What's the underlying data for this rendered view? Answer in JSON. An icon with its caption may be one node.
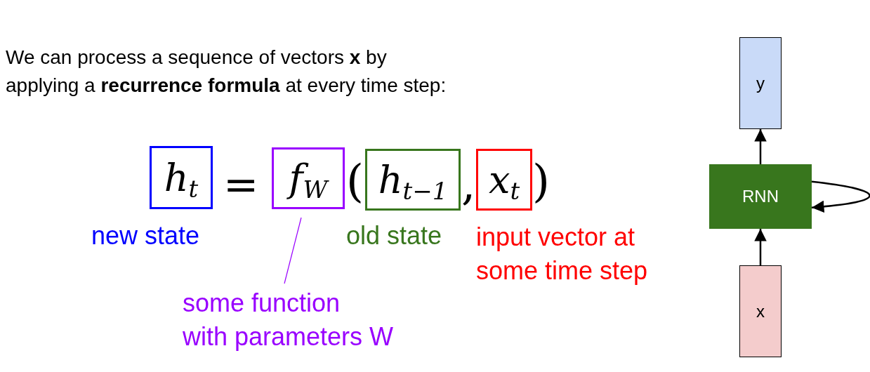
{
  "diagram": {
    "title": "We can process a sequence of vectors **x** by applying a **recurrence formula** at every time step:",
    "nodes": [
      {
        "text": [
          "*h*$_{t}$"
        ],
        "beside": [
          "new state"
        ]
      },
      {
        "text": [
          "*f*$_{W}$"
        ]
      },
      {
        "text": [
          "*h*$_{t−1}$"
        ],
        "beside": [
          "old state"
        ]
      },
      {
        "text": [
          "*x*$_{t}$"
        ],
        "beside": [
          "input vector at some time step"
        ]
      },
      {
        "text": [
          "some function with parameters W"
        ]
      },
      {
        "text": [
          "y"
        ]
      },
      {
        "text": [
          "RNN"
        ]
      },
      {
        "text": [
          "x"
        ]
      }
    ],
    "edges": [
      {
        "from": 4,
        "to": 1,
        "arrow": "none",
        "color": "#9900ff"
      },
      {
        "from": 7,
        "to": 6,
        "arrow": "to"
      },
      {
        "from": 6,
        "to": 5,
        "arrow": "to"
      },
      {
        "from": 6,
        "to": 6,
        "arrow": "to"
      }
    ],
    "labels": [
      "=",
      "(",
      ",",
      ")"
    ]
  }
}
